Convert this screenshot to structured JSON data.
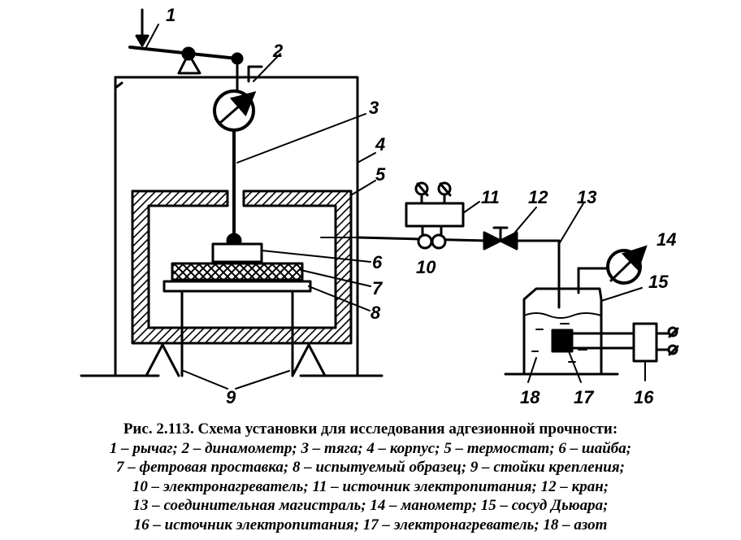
{
  "labels": {
    "l1": "1",
    "l2": "2",
    "l3": "3",
    "l4": "4",
    "l5": "5",
    "l6": "6",
    "l7": "7",
    "l8": "8",
    "l9": "9",
    "l10": "10",
    "l11": "11",
    "l12": "12",
    "l13": "13",
    "l14": "14",
    "l15": "15",
    "l16": "16",
    "l17": "17",
    "l18": "18"
  },
  "caption": {
    "title": "Рис. 2.113. Схема установки для исследования адгезионной прочности:",
    "lines": [
      "1 – рычаг; 2 – динамометр; 3 – тяга; 4 – корпус; 5 – термостат; 6 – шайба;",
      "7 – фетровая  проставка; 8 – испытуемый образец; 9 – стойки крепления;",
      "10 – электронагреватель; 11 – источник электропитания; 12 – кран;",
      "13 – соединительная магистраль; 14 – манометр; 15 – сосуд Дьюара;",
      "16 – источник электропитания; 17 – электронагреватель; 18 – азот"
    ]
  }
}
